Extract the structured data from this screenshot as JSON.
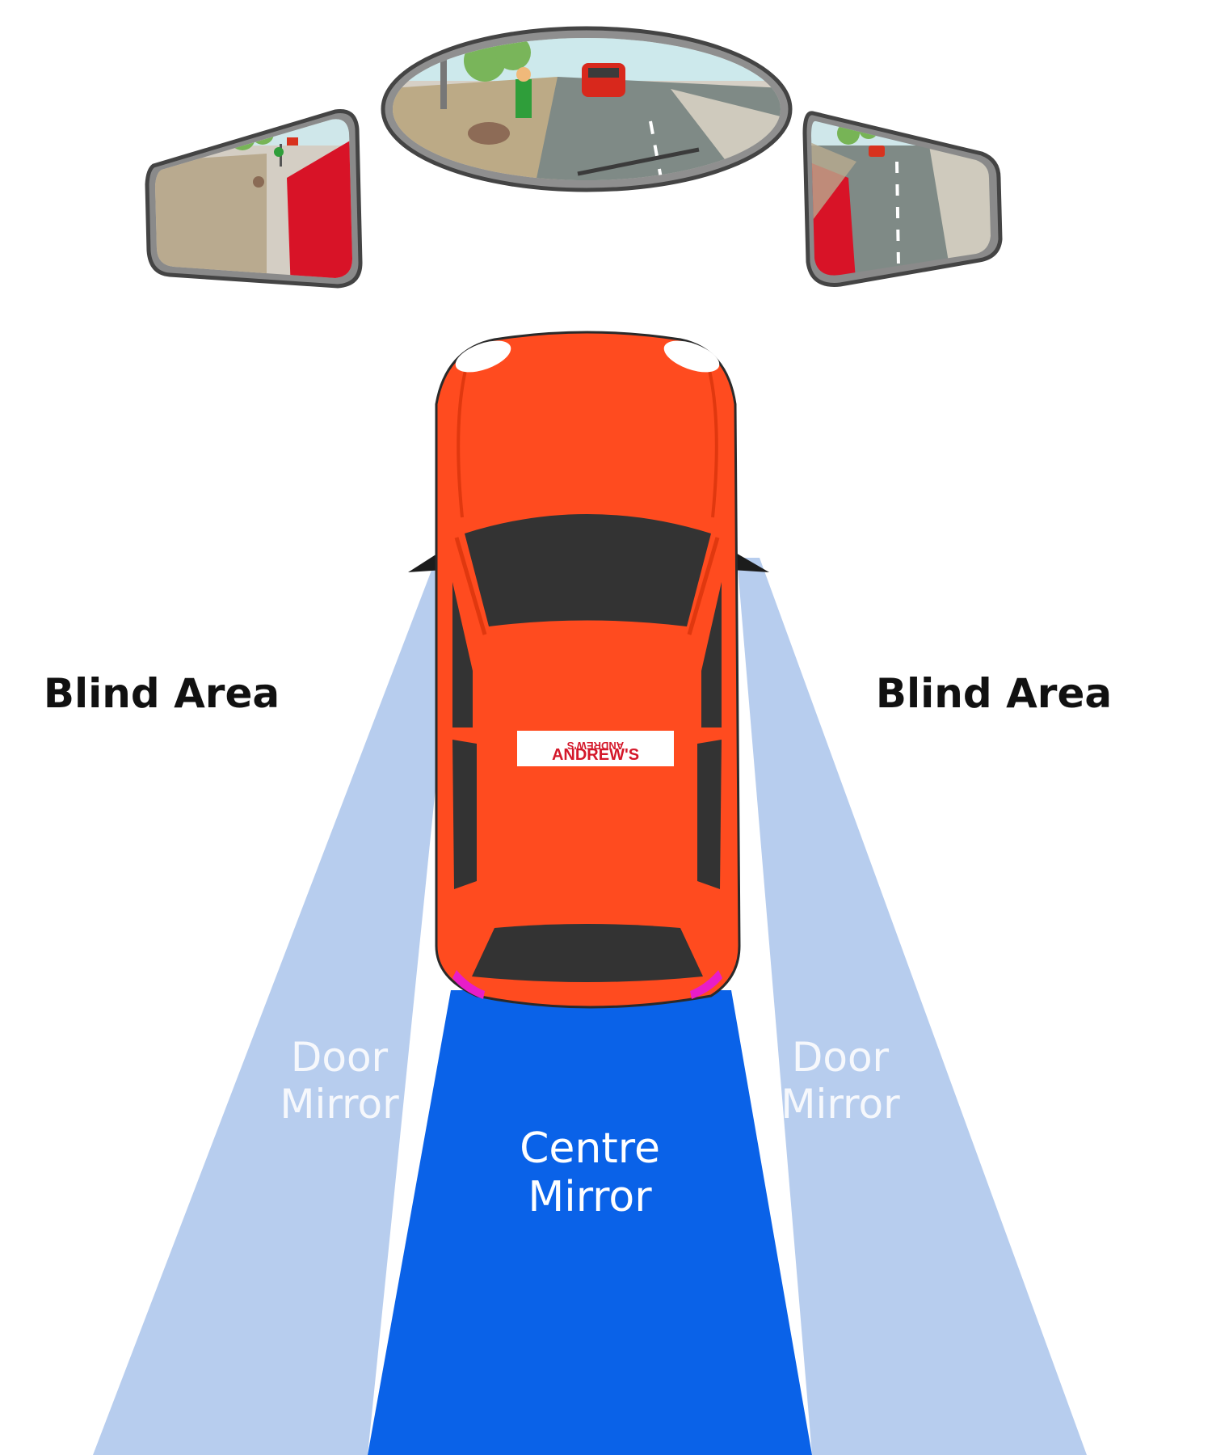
{
  "labels": {
    "blind_left": "Blind Area",
    "blind_right": "Blind Area",
    "door_left": [
      "Door",
      "Mirror"
    ],
    "door_right": [
      "Door",
      "Mirror"
    ],
    "centre": [
      "Centre",
      "Mirror"
    ]
  },
  "car": {
    "plate_text": "ANDREW'S",
    "plate_text_mirrored": "ANDREW'S",
    "body_color": "#ff4b1f"
  },
  "colors": {
    "door_zone": "#b7cdee",
    "centre_zone": "#0a62e8",
    "mirror_frame": "#5a5a5a",
    "plate_text": "#d4182a"
  },
  "icons": {
    "left_mirror": "left-door-mirror-icon",
    "centre_mirror": "rear-view-mirror-icon",
    "right_mirror": "right-door-mirror-icon",
    "car": "car-top-view-icon"
  }
}
